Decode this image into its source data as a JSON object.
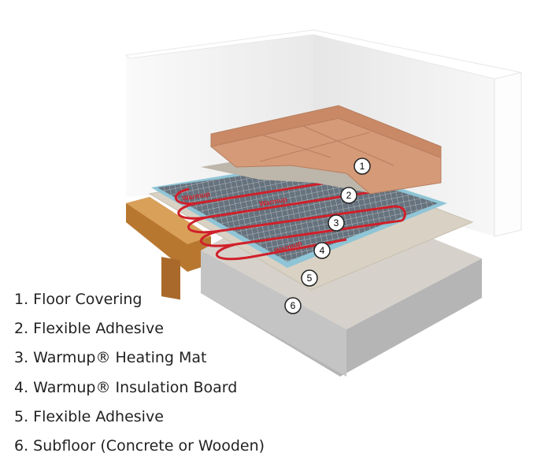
{
  "callouts": [
    "1",
    "2",
    "3",
    "4",
    "5",
    "6"
  ],
  "mat_brand_text": "Warmup",
  "legend": [
    "1. Floor Covering",
    "2. Flexible Adhesive",
    "3. Warmup® Heating Mat",
    "4. Warmup® Insulation Board",
    "5. Flexible Adhesive",
    "6. Subfloor (Concrete or Wooden)"
  ],
  "colors": {
    "wall": "#f4f4f4",
    "concrete": "#bdbdbd",
    "adhesive": "#cfc8bb",
    "insulation": "#8fc5d6",
    "mat": "#6d7a86",
    "heating_cable": "#d0202a",
    "tile": "#d59a78",
    "wood": "#c98a3c"
  }
}
